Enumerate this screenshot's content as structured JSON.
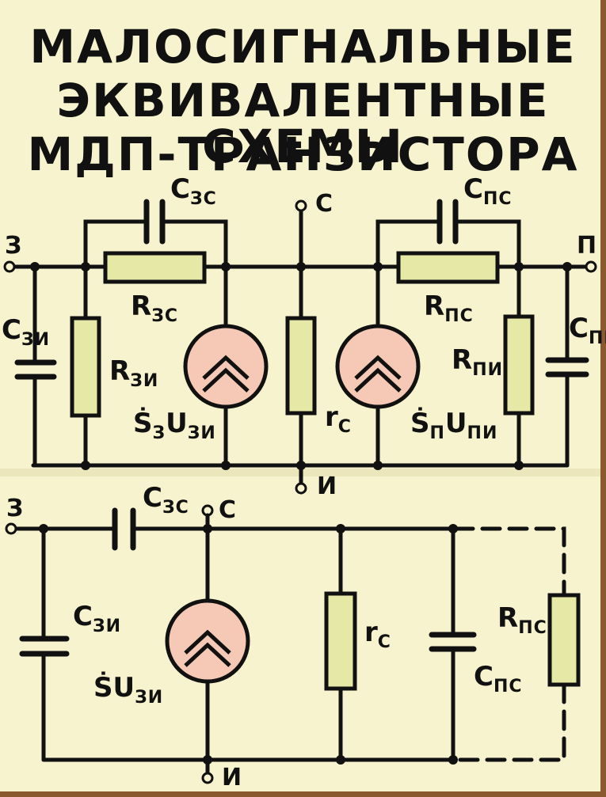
{
  "title_lines": [
    "МАЛОСИГНАЛЬНЫЕ",
    "ЭКВИВАЛЕНТНЫЕ СХЕМЫ",
    "МДП-ТРАНЗИСТОРА"
  ],
  "colors": {
    "paper": "#f7f3cf",
    "wire": "#111111",
    "resistor_fill": "#e6e8a6",
    "source_fill": "#f6c9b6",
    "frame": "#8a5a2e"
  },
  "diagram1": {
    "terminals": {
      "gate": "З",
      "drain": "С",
      "substrate": "П",
      "source": "И"
    },
    "labels": {
      "c_zs": {
        "sym": "C",
        "sub": "ЗС"
      },
      "c_ps": {
        "sym": "C",
        "sub": "ПС"
      },
      "r_zs": {
        "sym": "R",
        "sub": "ЗС"
      },
      "r_ps": {
        "sym": "R",
        "sub": "ПС"
      },
      "c_zi": {
        "sym": "C",
        "sub": "ЗИ"
      },
      "c_pi": {
        "sym": "C",
        "sub": "ПИ"
      },
      "r_zi": {
        "sym": "R",
        "sub": "ЗИ"
      },
      "r_pi": {
        "sym": "R",
        "sub": "ПИ"
      },
      "r_c": {
        "sym": "r",
        "sub": "С"
      },
      "s_z": {
        "sym": "Ṡ",
        "sub": "З",
        "sym2": "U",
        "sub2": "ЗИ"
      },
      "s_p": {
        "sym": "Ṡ",
        "sub": "П",
        "sym2": "U",
        "sub2": "ПИ"
      }
    }
  },
  "diagram2": {
    "terminals": {
      "gate": "З",
      "drain": "С",
      "source": "И"
    },
    "labels": {
      "c_zs": {
        "sym": "C",
        "sub": "ЗС"
      },
      "c_zi": {
        "sym": "C",
        "sub": "ЗИ"
      },
      "s": {
        "sym": "ṠU",
        "sub": "ЗИ"
      },
      "r_c": {
        "sym": "r",
        "sub": "С"
      },
      "r_ps": {
        "sym": "R",
        "sub": "ПС"
      },
      "c_ps": {
        "sym": "C",
        "sub": "ПС"
      }
    }
  }
}
